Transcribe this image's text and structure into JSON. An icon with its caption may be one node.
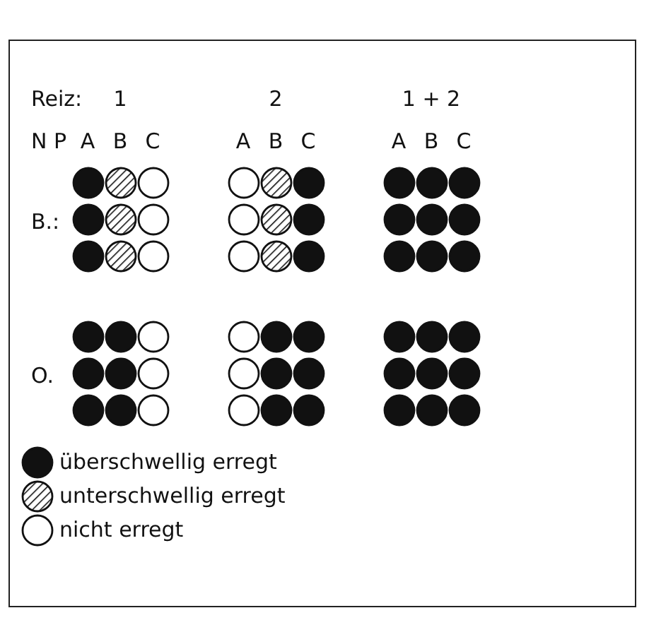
{
  "diagram": {
    "labels": [
      "Reiz:",
      "1",
      "2",
      "1 + 2",
      "N P",
      "A",
      "B",
      "C",
      "A",
      "B",
      "C",
      "A",
      "B",
      "C",
      "B.:",
      "O."
    ],
    "legend": [
      {
        "text": "überschwellig erregt"
      },
      {
        "text": "unterschwellig erregt"
      },
      {
        "text": "nicht erregt"
      }
    ]
  }
}
